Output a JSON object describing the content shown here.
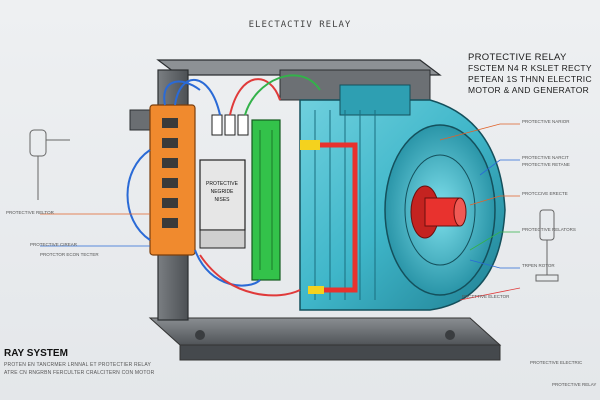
{
  "header": {
    "title": "ELECTACTIV RELAY"
  },
  "callout": {
    "line1": "PROTECTIVE RELAY",
    "line2": "FSCTEM N4 R KSLET RECTY",
    "line3": "PETEAN 1S THNN ELECTRIC",
    "line4": "MOTOR & AND GENERATOR"
  },
  "footer": {
    "title": "RAY SYSTEM",
    "sub1": "PROTEN EN TANCRMER LRNNAL ET PROTECTIER RELAY",
    "sub2": "ATRE CN RNGRBN FERCULTER CRALCITERN CON MOTOR"
  },
  "left_labels": {
    "l1": "PROTECTIVE RELTOR",
    "l2": "PROTECTIVE CIREAR",
    "l3": "PROTCTOR ECON TECTER"
  },
  "right_labels": {
    "r1": "PROTECTIVE NARIOR",
    "r2": "PROTECTIVE NARCIT",
    "r3": "PROTECTIVE RETANE",
    "r4": "PROTCCIVE ERECTE",
    "r5": "PROTECTIVE RELATORS",
    "r6": "TRPEN ROTOR",
    "r7": "PRCTTTIVE ELECTOR",
    "r8": "PROTECTIVE ELECTRIC",
    "r9": "PROTECTIVE RELAY"
  },
  "relay_module": {
    "text": "PROTECTIVE\nNEGRIDE\nNISES"
  },
  "colors": {
    "motor_body": "#3fb6c9",
    "terminal_orange": "#f08a2e",
    "pcb_green": "#33c24a",
    "shaft_red": "#e8322e",
    "housing_gray": "#5e6266"
  }
}
